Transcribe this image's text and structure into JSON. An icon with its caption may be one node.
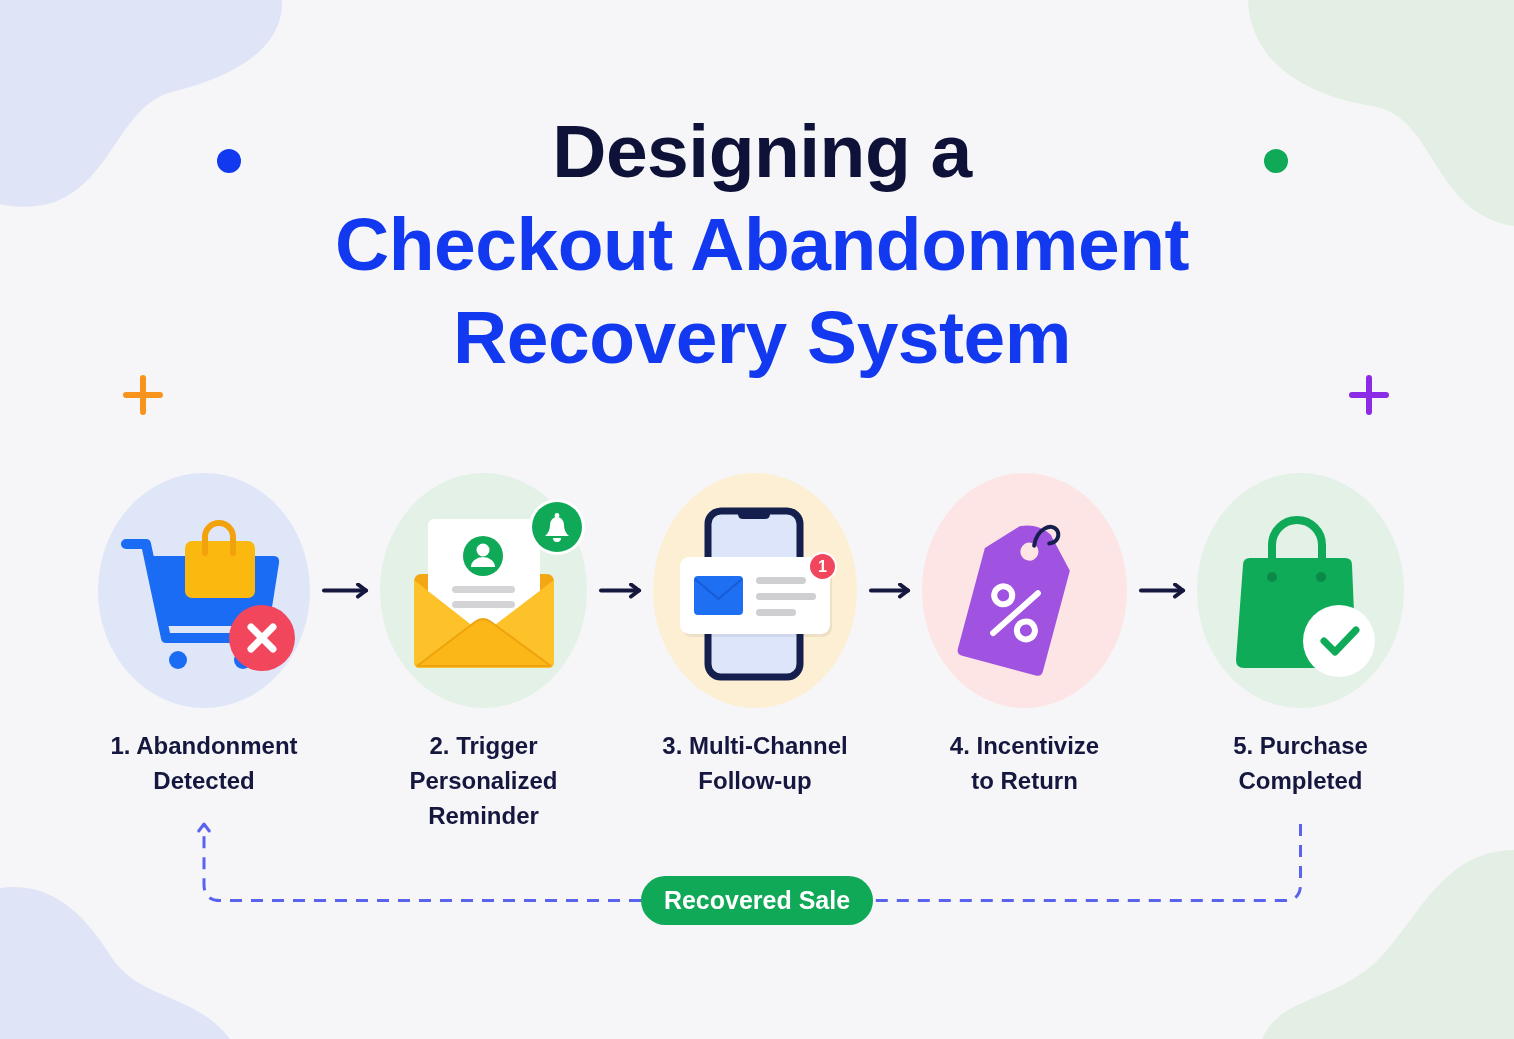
{
  "diagram": {
    "title": "Designing a **Checkout Abandonment Recovery System**",
    "nodes": [
      {
        "text": [
          "1. Abandonment Detected"
        ]
      },
      {
        "text": [
          "2. Trigger Personalized Reminder"
        ]
      },
      {
        "text": [
          "3. Multi-Channel Follow-up"
        ]
      },
      {
        "text": [
          "4. Incentivize to Return"
        ]
      },
      {
        "text": [
          "5. Purchase Completed"
        ]
      },
      {
        "text": [
          "Recovered Sale"
        ]
      }
    ],
    "edges": [
      {
        "from": 0,
        "to": 1,
        "arrow": "to"
      },
      {
        "from": 1,
        "to": 2,
        "arrow": "to"
      },
      {
        "from": 2,
        "to": 3,
        "arrow": "to"
      },
      {
        "from": 3,
        "to": 4,
        "arrow": "to"
      },
      {
        "from": 4,
        "to": 5,
        "arrow": "none",
        "style": "dashed",
        "color": "#5a63ee"
      },
      {
        "from": 5,
        "to": 0,
        "arrow": "to",
        "style": "dashed",
        "color": "#5a63ee"
      }
    ],
    "labels": [
      "1"
    ]
  }
}
